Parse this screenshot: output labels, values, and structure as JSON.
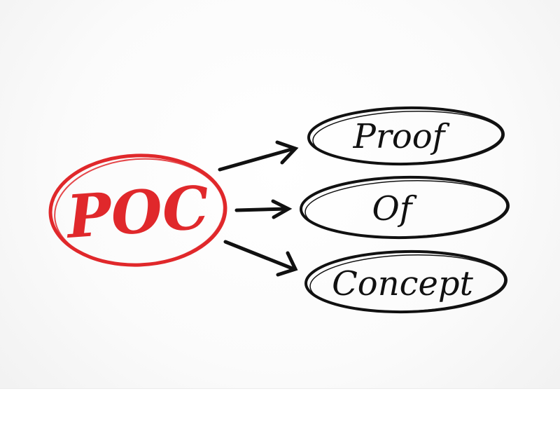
{
  "acronym": "POC",
  "expansion": [
    {
      "word": "Proof"
    },
    {
      "word": "Of"
    },
    {
      "word": "Concept"
    }
  ],
  "colors": {
    "acronym": "#e0282b",
    "ink": "#111111"
  }
}
